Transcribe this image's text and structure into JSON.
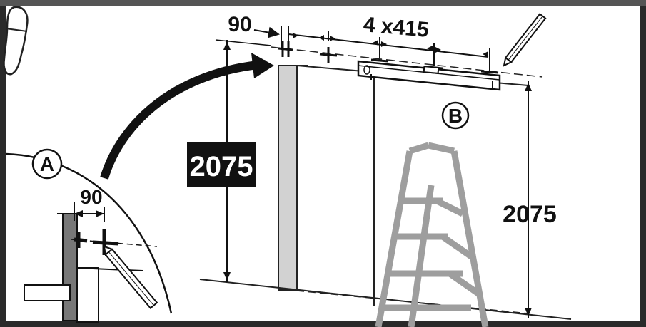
{
  "labels": {
    "dim_offset": "90",
    "dim_spacing": "4 x415",
    "dim_height_boxed": "2075",
    "dim_height_right": "2075",
    "dim_offset_detail": "90",
    "marker_a": "A",
    "marker_b": "B"
  },
  "colors": {
    "frame": "#2a2a2a",
    "line": "#111111",
    "wall_gray": "#cfcfcf",
    "ladder_gray": "#a8a8a8",
    "label_bg": "#111111",
    "label_fg": "#ffffff"
  },
  "icons": [
    "footprint-icon",
    "pencil-icon",
    "spirit-level-icon",
    "step-ladder-icon",
    "curved-arrow-icon",
    "crosshair-mark-icon"
  ]
}
